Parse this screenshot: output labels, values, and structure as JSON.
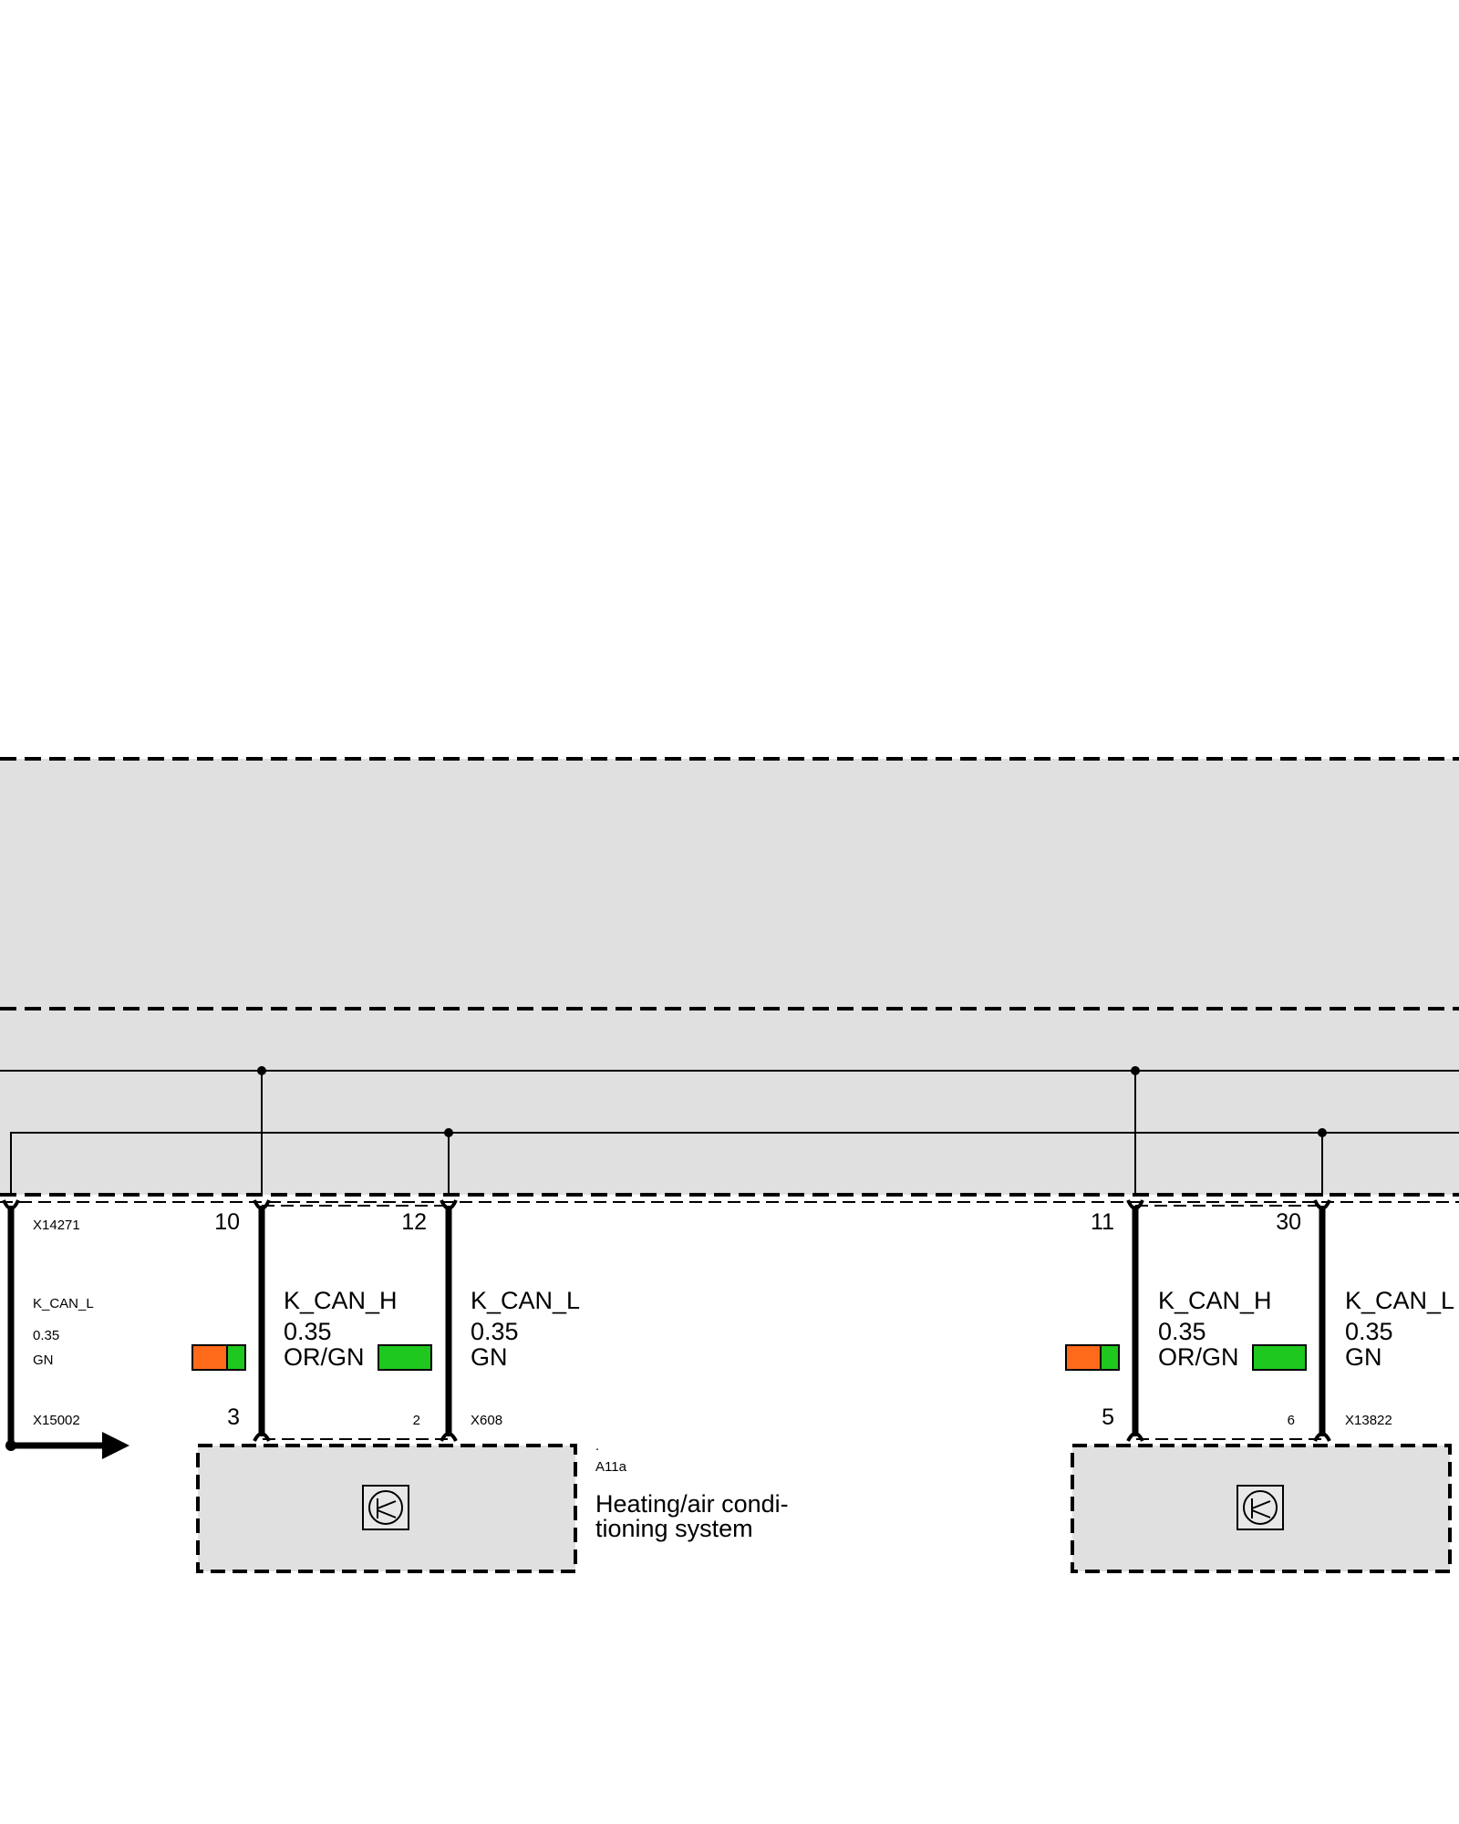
{
  "connectors": {
    "c1": "X14271",
    "c2": "X15002",
    "c3": "X608",
    "c4": "X13822"
  },
  "pins": {
    "p10": "10",
    "p12": "12",
    "p3": "3",
    "p2": "2",
    "p11": "11",
    "p30": "30",
    "p5": "5",
    "p6": "6"
  },
  "wires": {
    "left": {
      "signal": "K_CAN_L",
      "size": "0.35",
      "color": "GN"
    },
    "w1": {
      "signal": "K_CAN_H",
      "size": "0.35",
      "color": "OR/GN"
    },
    "w2": {
      "signal": "K_CAN_L",
      "size": "0.35",
      "color": "GN"
    },
    "w3": {
      "signal": "K_CAN_H",
      "size": "0.35",
      "color": "OR/GN"
    },
    "w4": {
      "signal": "K_CAN_L",
      "size": "0.35",
      "color": "GN"
    }
  },
  "component": {
    "dot": ".",
    "id": "A11a",
    "name_line1": "Heating/air condi-",
    "name_line2": "tioning system"
  },
  "colors": {
    "orange": "#ff6a1a",
    "green": "#1ec81e",
    "panel_gray": "#e0e0e0"
  },
  "icons": [
    "control-unit-icon",
    "control-unit-icon"
  ]
}
